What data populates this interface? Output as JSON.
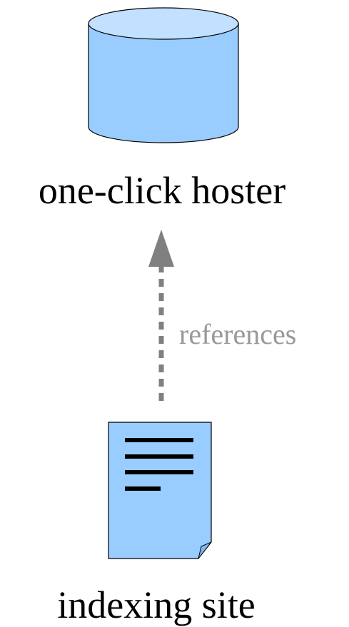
{
  "nodes": {
    "hoster": {
      "label": "one-click hoster",
      "icon": "database-icon"
    },
    "indexing_site": {
      "label": "indexing site",
      "icon": "document-icon"
    }
  },
  "edge": {
    "label": "references",
    "style": "dashed",
    "direction": "indexing site to one-click hoster"
  },
  "colors": {
    "node_fill": "#99ccff",
    "node_top_fill": "#c2e0ff",
    "node_stroke": "#000000",
    "arrow": "#808080",
    "edge_label": "#999999",
    "text": "#000000",
    "doc_lines": "#000000"
  }
}
